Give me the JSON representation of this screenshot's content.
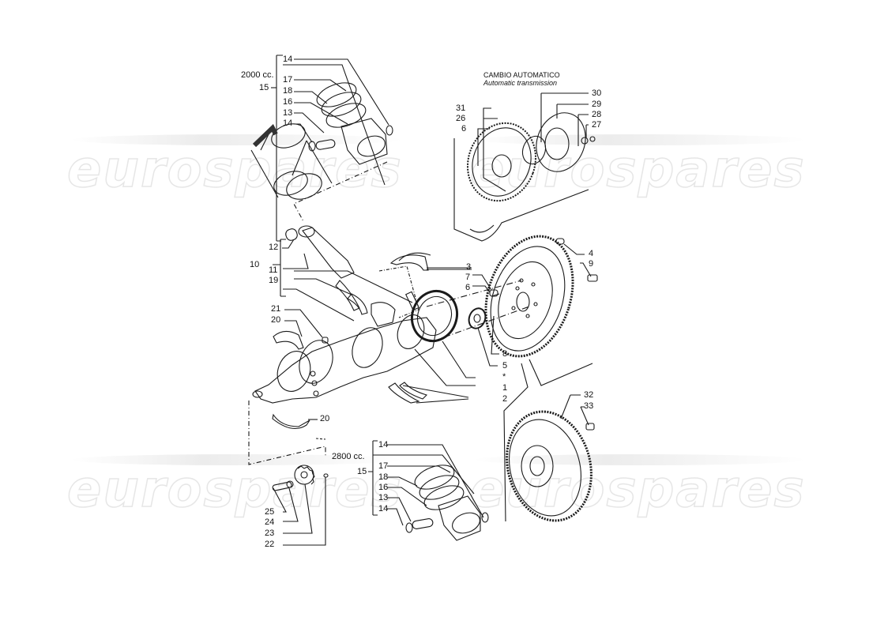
{
  "watermark": {
    "text": "eurospares"
  },
  "captions": {
    "automatic_title": "CAMBIO AUTOMATICO",
    "automatic_subtitle": "Automatic transmission",
    "variant_top": "2000 cc.",
    "variant_bottom": "2800 cc."
  },
  "labels": {
    "top_group": [
      "14",
      "15",
      "17",
      "18",
      "16",
      "13",
      "14"
    ],
    "auto_group": [
      "31",
      "26",
      "6",
      "30",
      "29",
      "28",
      "27"
    ],
    "rod_group": [
      "12",
      "10",
      "11",
      "19"
    ],
    "crank_left": [
      "21",
      "20",
      "20"
    ],
    "center": [
      "3",
      "7",
      "6",
      "4",
      "9",
      "8",
      "5",
      "*",
      "1",
      "2"
    ],
    "converter": [
      "32",
      "33"
    ],
    "gear_group": [
      "25",
      "24",
      "23",
      "22"
    ],
    "bottom_group": [
      "14",
      "15",
      "17",
      "18",
      "16",
      "13",
      "14"
    ]
  },
  "colors": {
    "line": "#1a1a1a",
    "watermark": "#e4e4e4",
    "background": "#ffffff"
  }
}
